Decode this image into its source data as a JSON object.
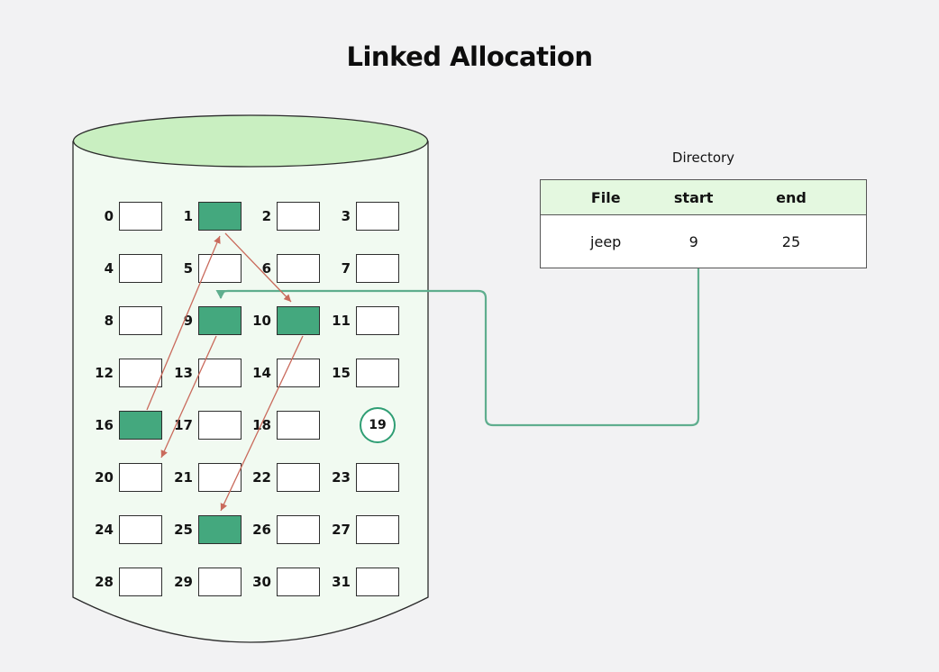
{
  "title": "Linked Allocation",
  "disk": {
    "columns": 4,
    "block_labels": [
      "0",
      "1",
      "2",
      "3",
      "4",
      "5",
      "6",
      "7",
      "8",
      "9",
      "10",
      "11",
      "12",
      "13",
      "14",
      "15",
      "16",
      "17",
      "18",
      "19",
      "20",
      "21",
      "22",
      "23",
      "24",
      "25",
      "26",
      "27",
      "28",
      "29",
      "30",
      "31"
    ],
    "allocated_blocks": [
      1,
      9,
      10,
      16,
      25
    ],
    "circled_blocks": [
      19
    ]
  },
  "chain": {
    "file": "jeep",
    "block_order": [
      9,
      16,
      1,
      10,
      25
    ],
    "links": [
      {
        "from": "directory-start",
        "to": 9
      },
      {
        "from": 9,
        "to": 16
      },
      {
        "from": 16,
        "to": 1
      },
      {
        "from": 1,
        "to": 10
      },
      {
        "from": 10,
        "to": 25
      }
    ]
  },
  "directory_table": {
    "title": "Directory",
    "headers": [
      "File",
      "start",
      "end"
    ],
    "rows": [
      {
        "file": "jeep",
        "start": "9",
        "end": "25"
      }
    ]
  },
  "colors": {
    "background": "#f2f2f3",
    "cylinder_body": "#f1faf1",
    "cylinder_top": "#c9efc1",
    "outline": "#2b2b2b",
    "block_border": "#2e2e2e",
    "allocated_fill": "#44a87e",
    "circle_border": "#2f9e74",
    "chain_arrow": "#c96a5c",
    "directory_pointer": "#5fae8e",
    "table_header_bg": "#e4f8e0",
    "text": "#121212"
  }
}
